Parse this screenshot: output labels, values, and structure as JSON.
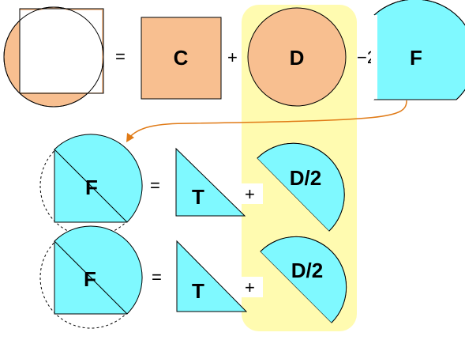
{
  "colors": {
    "orange_fill": "#F8BF90",
    "cyan_fill": "#7FF9FF",
    "highlight": "#FFFBB0",
    "arrow": "#E07A16",
    "stroke": "#000000"
  },
  "row1": {
    "equals": "=",
    "plus": "+",
    "minus_two": "−2",
    "square_label": "C",
    "circle_label": "D",
    "quarter_label": "F"
  },
  "row2": {
    "circle_label": "F",
    "equals": "=",
    "triangle_label": "T",
    "plus": "+",
    "half_label": "D/2"
  },
  "row3": {
    "circle_label": "F",
    "equals": "=",
    "triangle_label": "T",
    "plus": "+",
    "half_label": "D/2"
  }
}
